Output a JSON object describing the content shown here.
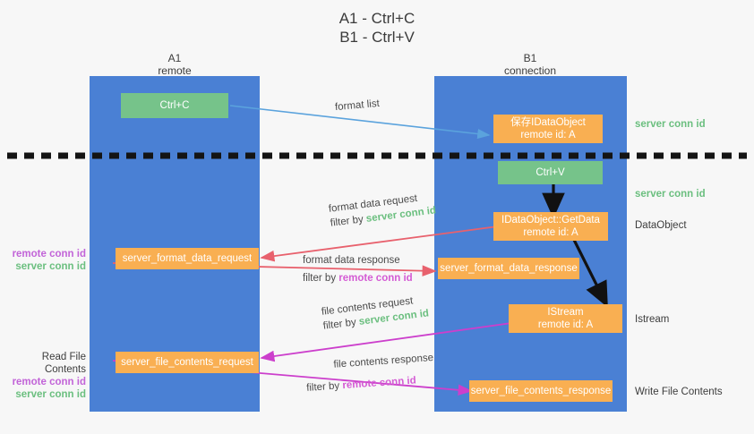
{
  "title": "A1 - Ctrl+C\nB1 - Ctrl+V",
  "colors": {
    "lane": "#4a80d4",
    "green_node": "#76c38a",
    "orange_node": "#f9af52",
    "green_text": "#6bbf7f",
    "magenta_text": "#c264d8",
    "pink_arrow": "#e8616d",
    "magenta_arrow": "#cc3fcc",
    "blue_arrow": "#5ba3dd",
    "black_arrow": "#000000",
    "background": "#f7f7f7"
  },
  "lanes": [
    {
      "id": "a1",
      "title": "A1\nremote"
    },
    {
      "id": "b1",
      "title": "B1\nconnection"
    }
  ],
  "nodes": [
    {
      "id": "ctrl-c",
      "line1": "Ctrl+C",
      "line2": "",
      "style": "green"
    },
    {
      "id": "save-idataobject",
      "line1": "保存IDataObject",
      "line2": "remote id: A",
      "style": "orange"
    },
    {
      "id": "ctrl-v",
      "line1": "Ctrl+V",
      "line2": "",
      "style": "green"
    },
    {
      "id": "idataobject-getdata",
      "line1": "IDataObject::GetData",
      "line2": "remote id: A",
      "style": "orange"
    },
    {
      "id": "server-format-data-request",
      "line1": "server_format_data_request",
      "line2": "",
      "style": "orange"
    },
    {
      "id": "server-format-data-response",
      "line1": "server_format_data_response",
      "line2": "",
      "style": "orange"
    },
    {
      "id": "istream",
      "line1": "IStream",
      "line2": "remote id: A",
      "style": "orange"
    },
    {
      "id": "server-file-contents-request",
      "line1": "server_file_contents_request",
      "line2": "",
      "style": "orange"
    },
    {
      "id": "server-file-contents-response",
      "line1": "server_file_contents_response",
      "line2": "",
      "style": "orange"
    }
  ],
  "connection_labels": {
    "format_list": "format list",
    "format_data_request": "format data request",
    "format_data_request_filter_prefix": "filter by ",
    "format_data_request_filter_value": "server conn id",
    "format_data_response": "format data response",
    "format_data_response_filter_prefix": "filter by ",
    "format_data_response_filter_value": "remote conn id",
    "file_contents_request": "file contents request",
    "file_contents_request_filter_prefix": "filter by ",
    "file_contents_request_filter_value": "server conn id",
    "file_contents_response": "file contents response",
    "file_contents_response_filter_prefix": "filter by ",
    "file_contents_response_filter_value": "remote conn id"
  },
  "right_labels": {
    "server_conn_id_top": "server conn id",
    "server_conn_id_second": "server conn id",
    "dataobject": "DataObject",
    "istream": "Istream",
    "write_file_contents": "Write File Contents"
  },
  "left_labels": {
    "remote_conn_id_1": "remote conn id",
    "server_conn_id_1": "server conn id",
    "read_file_contents": "Read File Contents",
    "remote_conn_id_2": "remote conn id",
    "server_conn_id_2": "server conn id"
  }
}
